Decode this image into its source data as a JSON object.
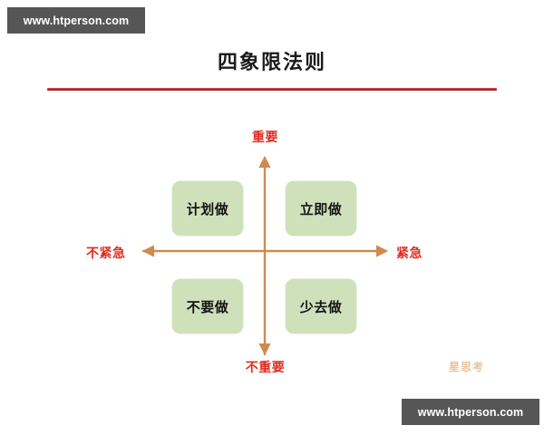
{
  "page": {
    "title": "四象限法则",
    "signature": "星思考",
    "background_color": "#ffffff",
    "divider_color": "#bb2026",
    "axis_color": "#d08a4e",
    "axis_label_color": "#e02b21",
    "box_fill_color": "#cfe1bb"
  },
  "watermarks": {
    "top": "www.htperson.com",
    "bottom": "www.htperson.com",
    "background_color": "#565656",
    "text_color": "#ffffff"
  },
  "axes": {
    "top_label": "重要",
    "bottom_label": "不重要",
    "left_label": "不紧急",
    "right_label": "紧急"
  },
  "quadrants": [
    {
      "position": "top-left",
      "label": "计划做"
    },
    {
      "position": "top-right",
      "label": "立即做"
    },
    {
      "position": "bottom-left",
      "label": "不要做"
    },
    {
      "position": "bottom-right",
      "label": "少去做"
    }
  ]
}
